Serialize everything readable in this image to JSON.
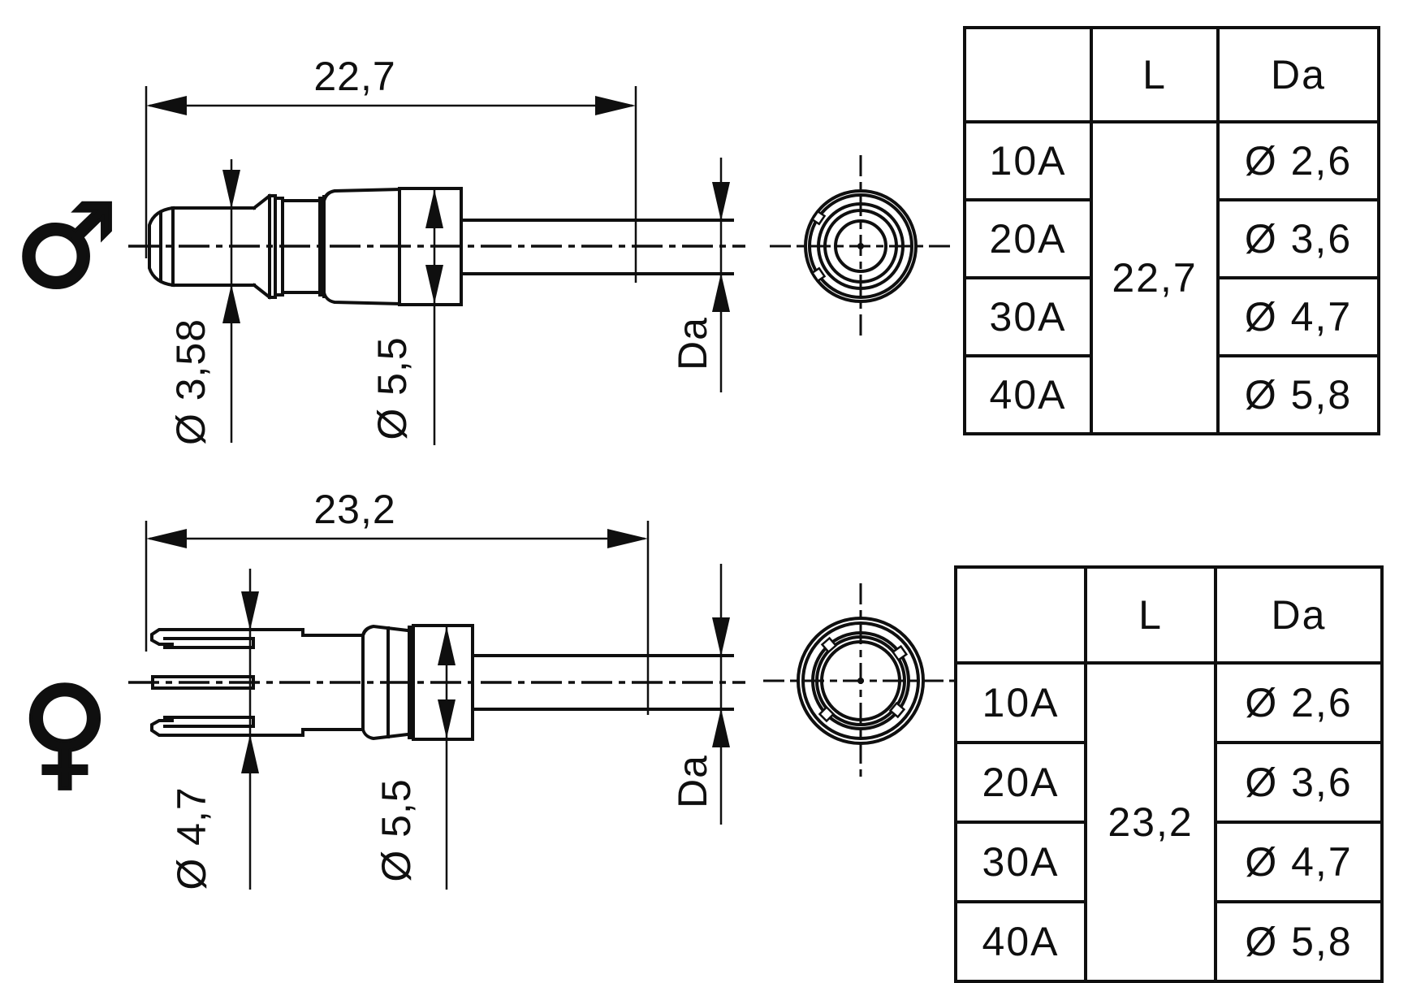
{
  "line_color": "#0f0f0f",
  "male": {
    "gender_symbol": "♂",
    "length_dim": "22,7",
    "pin_dia": "Ø 3,58",
    "body_dia": "Ø 5,5",
    "shaft_dia_label": "Da",
    "table": {
      "col_l": "L",
      "col_da": "Da",
      "l_value": "22,7",
      "rows": [
        {
          "amp": "10A",
          "da": "Ø 2,6"
        },
        {
          "amp": "20A",
          "da": "Ø 3,6"
        },
        {
          "amp": "30A",
          "da": "Ø 4,7"
        },
        {
          "amp": "40A",
          "da": "Ø 5,8"
        }
      ]
    }
  },
  "female": {
    "gender_symbol": "♀",
    "length_dim": "23,2",
    "socket_dia": "Ø 4,7",
    "body_dia": "Ø 5,5",
    "shaft_dia_label": "Da",
    "table": {
      "col_l": "L",
      "col_da": "Da",
      "l_value": "23,2",
      "rows": [
        {
          "amp": "10A",
          "da": "Ø 2,6"
        },
        {
          "amp": "20A",
          "da": "Ø 3,6"
        },
        {
          "amp": "30A",
          "da": "Ø 4,7"
        },
        {
          "amp": "40A",
          "da": "Ø 5,8"
        }
      ]
    }
  }
}
